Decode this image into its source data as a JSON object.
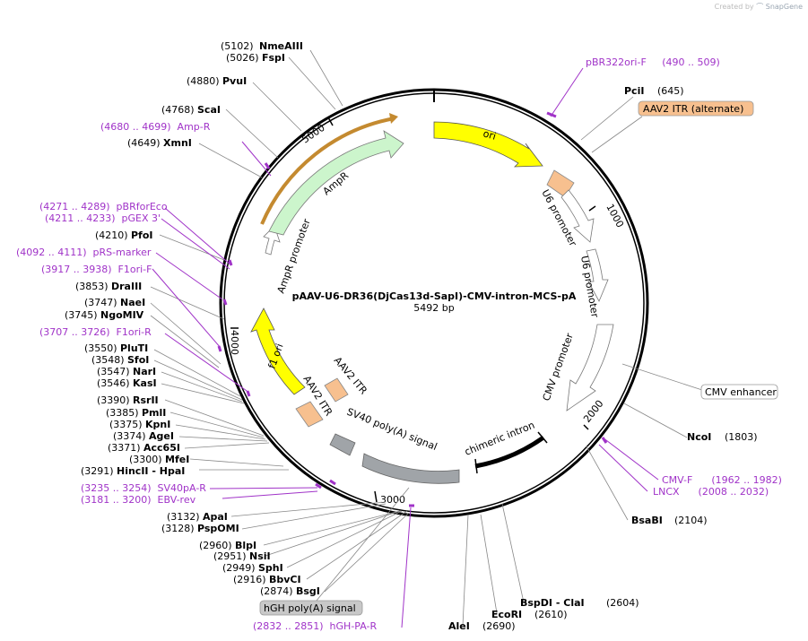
{
  "credit": {
    "created_by": "Created by",
    "brand": "SnapGene"
  },
  "plasmid": {
    "name": "pAAV-U6-DR36(DjCas13d-SapI)-CMV-intron-MCS-pA",
    "length_label": "5492 bp",
    "length": 5492
  },
  "ticks": [
    {
      "label": "1000",
      "pos": 1000
    },
    {
      "label": "2000",
      "pos": 2000
    },
    {
      "label": "3000",
      "pos": 3000
    },
    {
      "label": "4000",
      "pos": 4000
    },
    {
      "label": "5000",
      "pos": 5000
    }
  ],
  "features": [
    {
      "name": "ori",
      "color": "#ffff00",
      "type": "arrow"
    },
    {
      "name": "U6 promoter",
      "color": "#ffffff",
      "type": "arrow"
    },
    {
      "name": "U6 promoter",
      "color": "#ffffff",
      "type": "arrow"
    },
    {
      "name": "CMV promoter",
      "color": "#ffffff",
      "type": "arrow"
    },
    {
      "name": "chimeric intron",
      "color": "#000000",
      "type": "bar"
    },
    {
      "name": "SV40 poly(A) signal",
      "color": "#a0a4a8",
      "type": "bar"
    },
    {
      "name": "AAV2 ITR",
      "color": "#f7c08f",
      "type": "box"
    },
    {
      "name": "AAV2 ITR",
      "color": "#f7c08f",
      "type": "box"
    },
    {
      "name": "f1 ori",
      "color": "#ffff00",
      "type": "arrow"
    },
    {
      "name": "AmpR promoter",
      "color": "#ffffff",
      "type": "arrow"
    },
    {
      "name": "AmpR",
      "color": "#ccf5cc",
      "type": "arrow"
    }
  ],
  "sites": [
    {
      "num": "(5102)",
      "name": "NmeAIII"
    },
    {
      "num": "(5026)",
      "name": "FspI"
    },
    {
      "num": "(4880)",
      "name": "PvuI"
    },
    {
      "num": "(4768)",
      "name": "ScaI"
    },
    {
      "num": "(4649)",
      "name": "XmnI"
    },
    {
      "num": "(4210)",
      "name": "PfoI"
    },
    {
      "num": "(3853)",
      "name": "DraIII"
    },
    {
      "num": "(3747)",
      "name": "NaeI"
    },
    {
      "num": "(3745)",
      "name": "NgoMIV"
    },
    {
      "num": "(3550)",
      "name": "PluTI"
    },
    {
      "num": "(3548)",
      "name": "SfoI"
    },
    {
      "num": "(3547)",
      "name": "NarI"
    },
    {
      "num": "(3546)",
      "name": "KasI"
    },
    {
      "num": "(3390)",
      "name": "RsrII"
    },
    {
      "num": "(3385)",
      "name": "PmlI"
    },
    {
      "num": "(3375)",
      "name": "KpnI"
    },
    {
      "num": "(3374)",
      "name": "AgeI"
    },
    {
      "num": "(3371)",
      "name": "Acc65I"
    },
    {
      "num": "(3300)",
      "name": "MfeI"
    },
    {
      "num": "(3291)",
      "name": "HincII  - HpaI"
    },
    {
      "num": "(3132)",
      "name": "ApaI"
    },
    {
      "num": "(3128)",
      "name": "PspOMI"
    },
    {
      "num": "(2960)",
      "name": "BlpI"
    },
    {
      "num": "(2951)",
      "name": "NsiI"
    },
    {
      "num": "(2949)",
      "name": "SphI"
    },
    {
      "num": "(2916)",
      "name": "BbvCI"
    },
    {
      "num": "(2874)",
      "name": "BsgI"
    },
    {
      "num": "(645)",
      "name": "PciI"
    },
    {
      "num": "(1803)",
      "name": "NcoI"
    },
    {
      "num": "(2104)",
      "name": "BsaBI"
    },
    {
      "num": "(2604)",
      "name": "BspDI  - ClaI"
    },
    {
      "num": "(2610)",
      "name": "EcoRI"
    },
    {
      "num": "(2690)",
      "name": "AleI"
    }
  ],
  "primers": [
    {
      "text": "pBR322ori-F     (490 .. 509)"
    },
    {
      "text": "(4680 .. 4699)  Amp-R"
    },
    {
      "text": "(4271 .. 4289)  pBRforEco"
    },
    {
      "text": "(4211 .. 4233)  pGEX 3'"
    },
    {
      "text": "(4092 .. 4111)  pRS-marker"
    },
    {
      "text": "(3917 .. 3938)  F1ori-F"
    },
    {
      "text": "(3707 .. 3726)  F1ori-R"
    },
    {
      "text": "(3235 .. 3254)  SV40pA-R"
    },
    {
      "text": "(3181 .. 3200)  EBV-rev"
    },
    {
      "text": "(2832 .. 2851)  hGH-PA-R"
    },
    {
      "text": "CMV-F      (1962 .. 1982)"
    },
    {
      "text": "LNCX      (2008 .. 2032)"
    }
  ],
  "boxed_labels": [
    {
      "text": "AAV2 ITR (alternate)",
      "fill": "#f7c08f"
    },
    {
      "text": "CMV enhancer",
      "fill": "#ffffff"
    },
    {
      "text": "hGH poly(A) signal",
      "fill": "#c8c8c8"
    }
  ]
}
